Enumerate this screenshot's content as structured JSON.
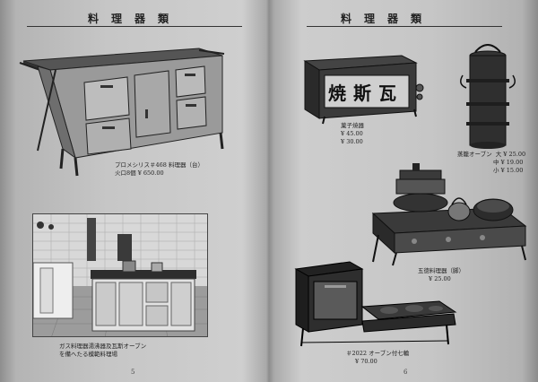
{
  "left_page": {
    "header": "料理器類",
    "page_number": "5",
    "range_caption": {
      "line1": "プロメシリス＃468 料理器（台）",
      "line2": "火口8個  ¥ 650.00"
    },
    "kitchen_photo": {
      "caption_line1": "ガス料理器湯沸器及瓦斯オーブン",
      "caption_line2": "を備へたる模範料理場"
    }
  },
  "right_page": {
    "header": "料理器類",
    "page_number": "6",
    "stove": {
      "sign_text": "焼斯瓦",
      "caption": "菓子焼器",
      "prices": [
        "¥ 45.00",
        "¥ 30.00"
      ]
    },
    "oven_stack": {
      "caption": "蒸籠オーブン",
      "sizes": [
        {
          "label": "大",
          "price": "¥ 25.00"
        },
        {
          "label": "中",
          "price": "¥ 19.00"
        },
        {
          "label": "小",
          "price": "¥ 15.00"
        }
      ]
    },
    "hotplate": {
      "caption": "五徳料理器（脚）",
      "price": "¥ 25.00"
    },
    "oven_range": {
      "caption": "＃2022 オーブン付七輪",
      "price": "¥ 70.00"
    }
  }
}
